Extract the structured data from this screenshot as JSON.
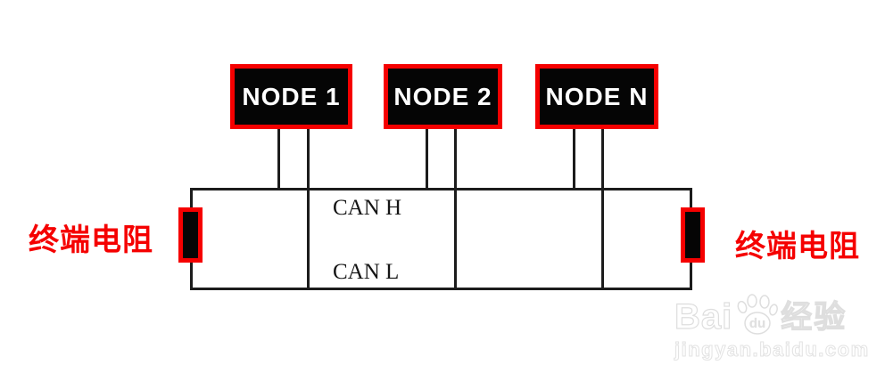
{
  "diagram": {
    "nodes": [
      {
        "label": "NODE 1"
      },
      {
        "label": "NODE 2"
      },
      {
        "label": "NODE N"
      }
    ],
    "bus": {
      "high_label": "CAN H",
      "low_label": "CAN L"
    },
    "terminators": {
      "left_label": "终端电阻",
      "right_label": "终端电阻"
    },
    "colors": {
      "accent_red": "#f50000",
      "line_black": "#1c1c1c",
      "node_fill": "#050505",
      "node_text": "#ffffff",
      "watermark_gray": "#dedede"
    }
  },
  "watermark": {
    "brand_part1": "Bai",
    "brand_part2": "du",
    "brand_cn": "经验",
    "url": "jingyan.baidu.com",
    "icon": "paw-icon"
  }
}
